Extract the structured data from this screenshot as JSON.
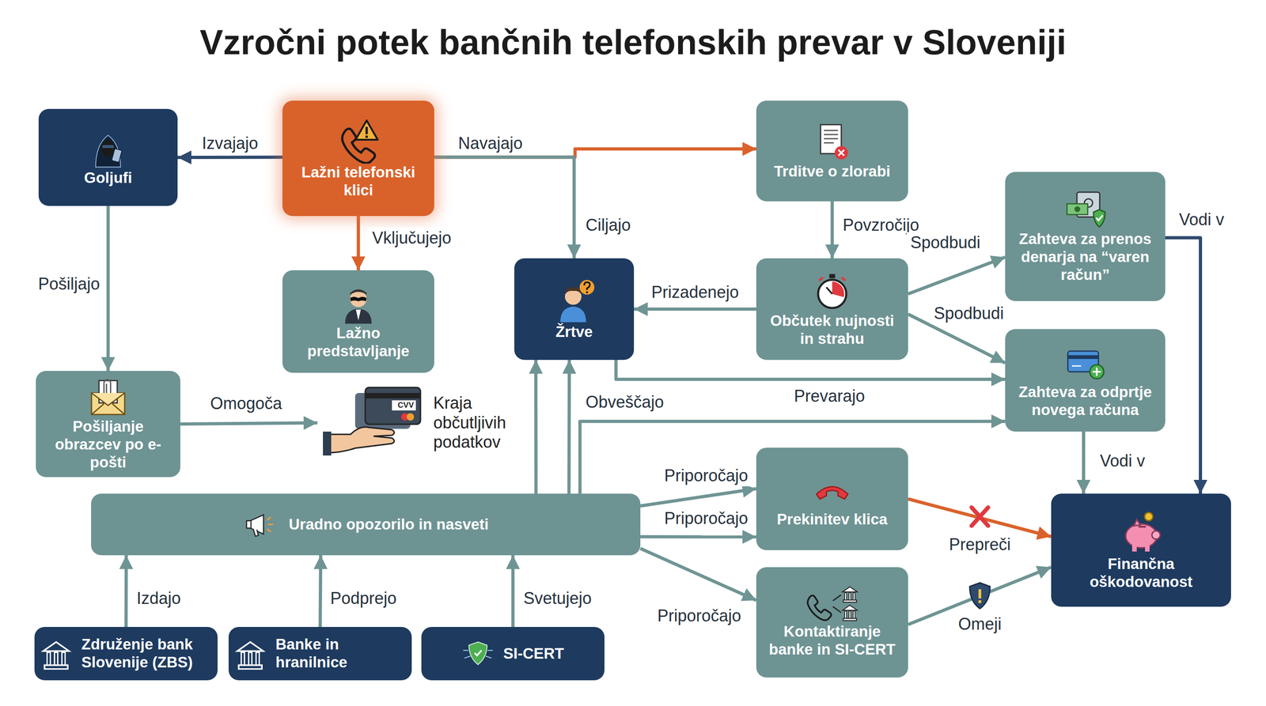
{
  "diagram": {
    "title": "Vzročni potek bančnih telefonskih prevar v Sloveniji",
    "nodes": [
      {
        "text": [
          "Goljufi"
        ]
      },
      {
        "text": [
          "Lažni telefonski klici"
        ]
      },
      {
        "text": [
          "Trditve o zlorabi"
        ]
      },
      {
        "text": [
          "Lažno predstavljanje"
        ]
      },
      {
        "text": [
          "Žrtve"
        ]
      },
      {
        "text": [
          "Občutek nujnosti in strahu"
        ]
      },
      {
        "text": [
          "Zahteva za prenos denarja na “varen račun”"
        ]
      },
      {
        "text": [
          "Pošiljanje obrazcev po e-pošti"
        ]
      },
      {
        "text": [
          "Zahteva za odprtje novega računa"
        ]
      },
      {
        "text": [
          "Kraja občutljivih podatkov"
        ]
      },
      {
        "text": [
          "Uradno opozorilo in nasveti"
        ]
      },
      {
        "text": [
          "Prekinitev klica"
        ]
      },
      {
        "text": [
          "Finančna oškodovanost"
        ]
      },
      {
        "text": [
          "Kontaktiranje banke in SI-CERT"
        ]
      },
      {
        "text": [
          "Združenje bank Slovenije (ZBS)"
        ]
      },
      {
        "text": [
          "Banke in hranilnice"
        ]
      },
      {
        "text": [
          "SI-CERT"
        ]
      }
    ],
    "edges": [
      {
        "from": 1,
        "to": 0,
        "label": "Izvajajo",
        "arrow": "to"
      },
      {
        "from": 1,
        "to": 3,
        "label": "Vključujejo",
        "arrow": "to"
      },
      {
        "from": 1,
        "to": 2,
        "label": "Navajajo",
        "arrow": "to"
      },
      {
        "from": 1,
        "to": 4,
        "label": "Ciljajo",
        "arrow": "to"
      },
      {
        "from": 2,
        "to": 5,
        "label": "Povzročijo",
        "arrow": "to"
      },
      {
        "from": 5,
        "to": 4,
        "label": "Prizadenejo",
        "arrow": "to"
      },
      {
        "from": 5,
        "to": 6,
        "label": "Spodbudi",
        "arrow": "to"
      },
      {
        "from": 5,
        "to": 8,
        "label": "Spodbudi",
        "arrow": "to"
      },
      {
        "from": 4,
        "to": 8,
        "label": "Prevarajo",
        "arrow": "to"
      },
      {
        "from": 10,
        "to": 4,
        "label": "Obveščajo",
        "arrow": "to"
      },
      {
        "from": 10,
        "to": 4,
        "arrow": "to"
      },
      {
        "from": 10,
        "to": 8,
        "arrow": "to"
      },
      {
        "from": 10,
        "to": 11,
        "label": "Priporočajo",
        "arrow": "to"
      },
      {
        "from": 10,
        "to": 11,
        "label": "Priporočajo",
        "arrow": "to"
      },
      {
        "from": 10,
        "to": 13,
        "label": "Priporočajo",
        "arrow": "to"
      },
      {
        "from": 11,
        "to": 12,
        "label": "Prepreči",
        "arrow": "to"
      },
      {
        "from": 13,
        "to": 12,
        "label": "Omeji",
        "arrow": "to"
      },
      {
        "from": 6,
        "to": 12,
        "label": "Vodi v",
        "arrow": "to"
      },
      {
        "from": 8,
        "to": 12,
        "label": "Vodi v",
        "arrow": "to"
      },
      {
        "from": 0,
        "to": 7,
        "label": "Pošiljajo",
        "arrow": "to"
      },
      {
        "from": 7,
        "to": 9,
        "label": "Omogoča",
        "arrow": "to"
      },
      {
        "from": 14,
        "to": 10,
        "label": "Izdajo",
        "arrow": "to"
      },
      {
        "from": 15,
        "to": 10,
        "label": "Podprejo",
        "arrow": "to"
      },
      {
        "from": 16,
        "to": 10,
        "label": "Svetujejo",
        "arrow": "to"
      }
    ],
    "labels": [
      "CVV"
    ]
  }
}
